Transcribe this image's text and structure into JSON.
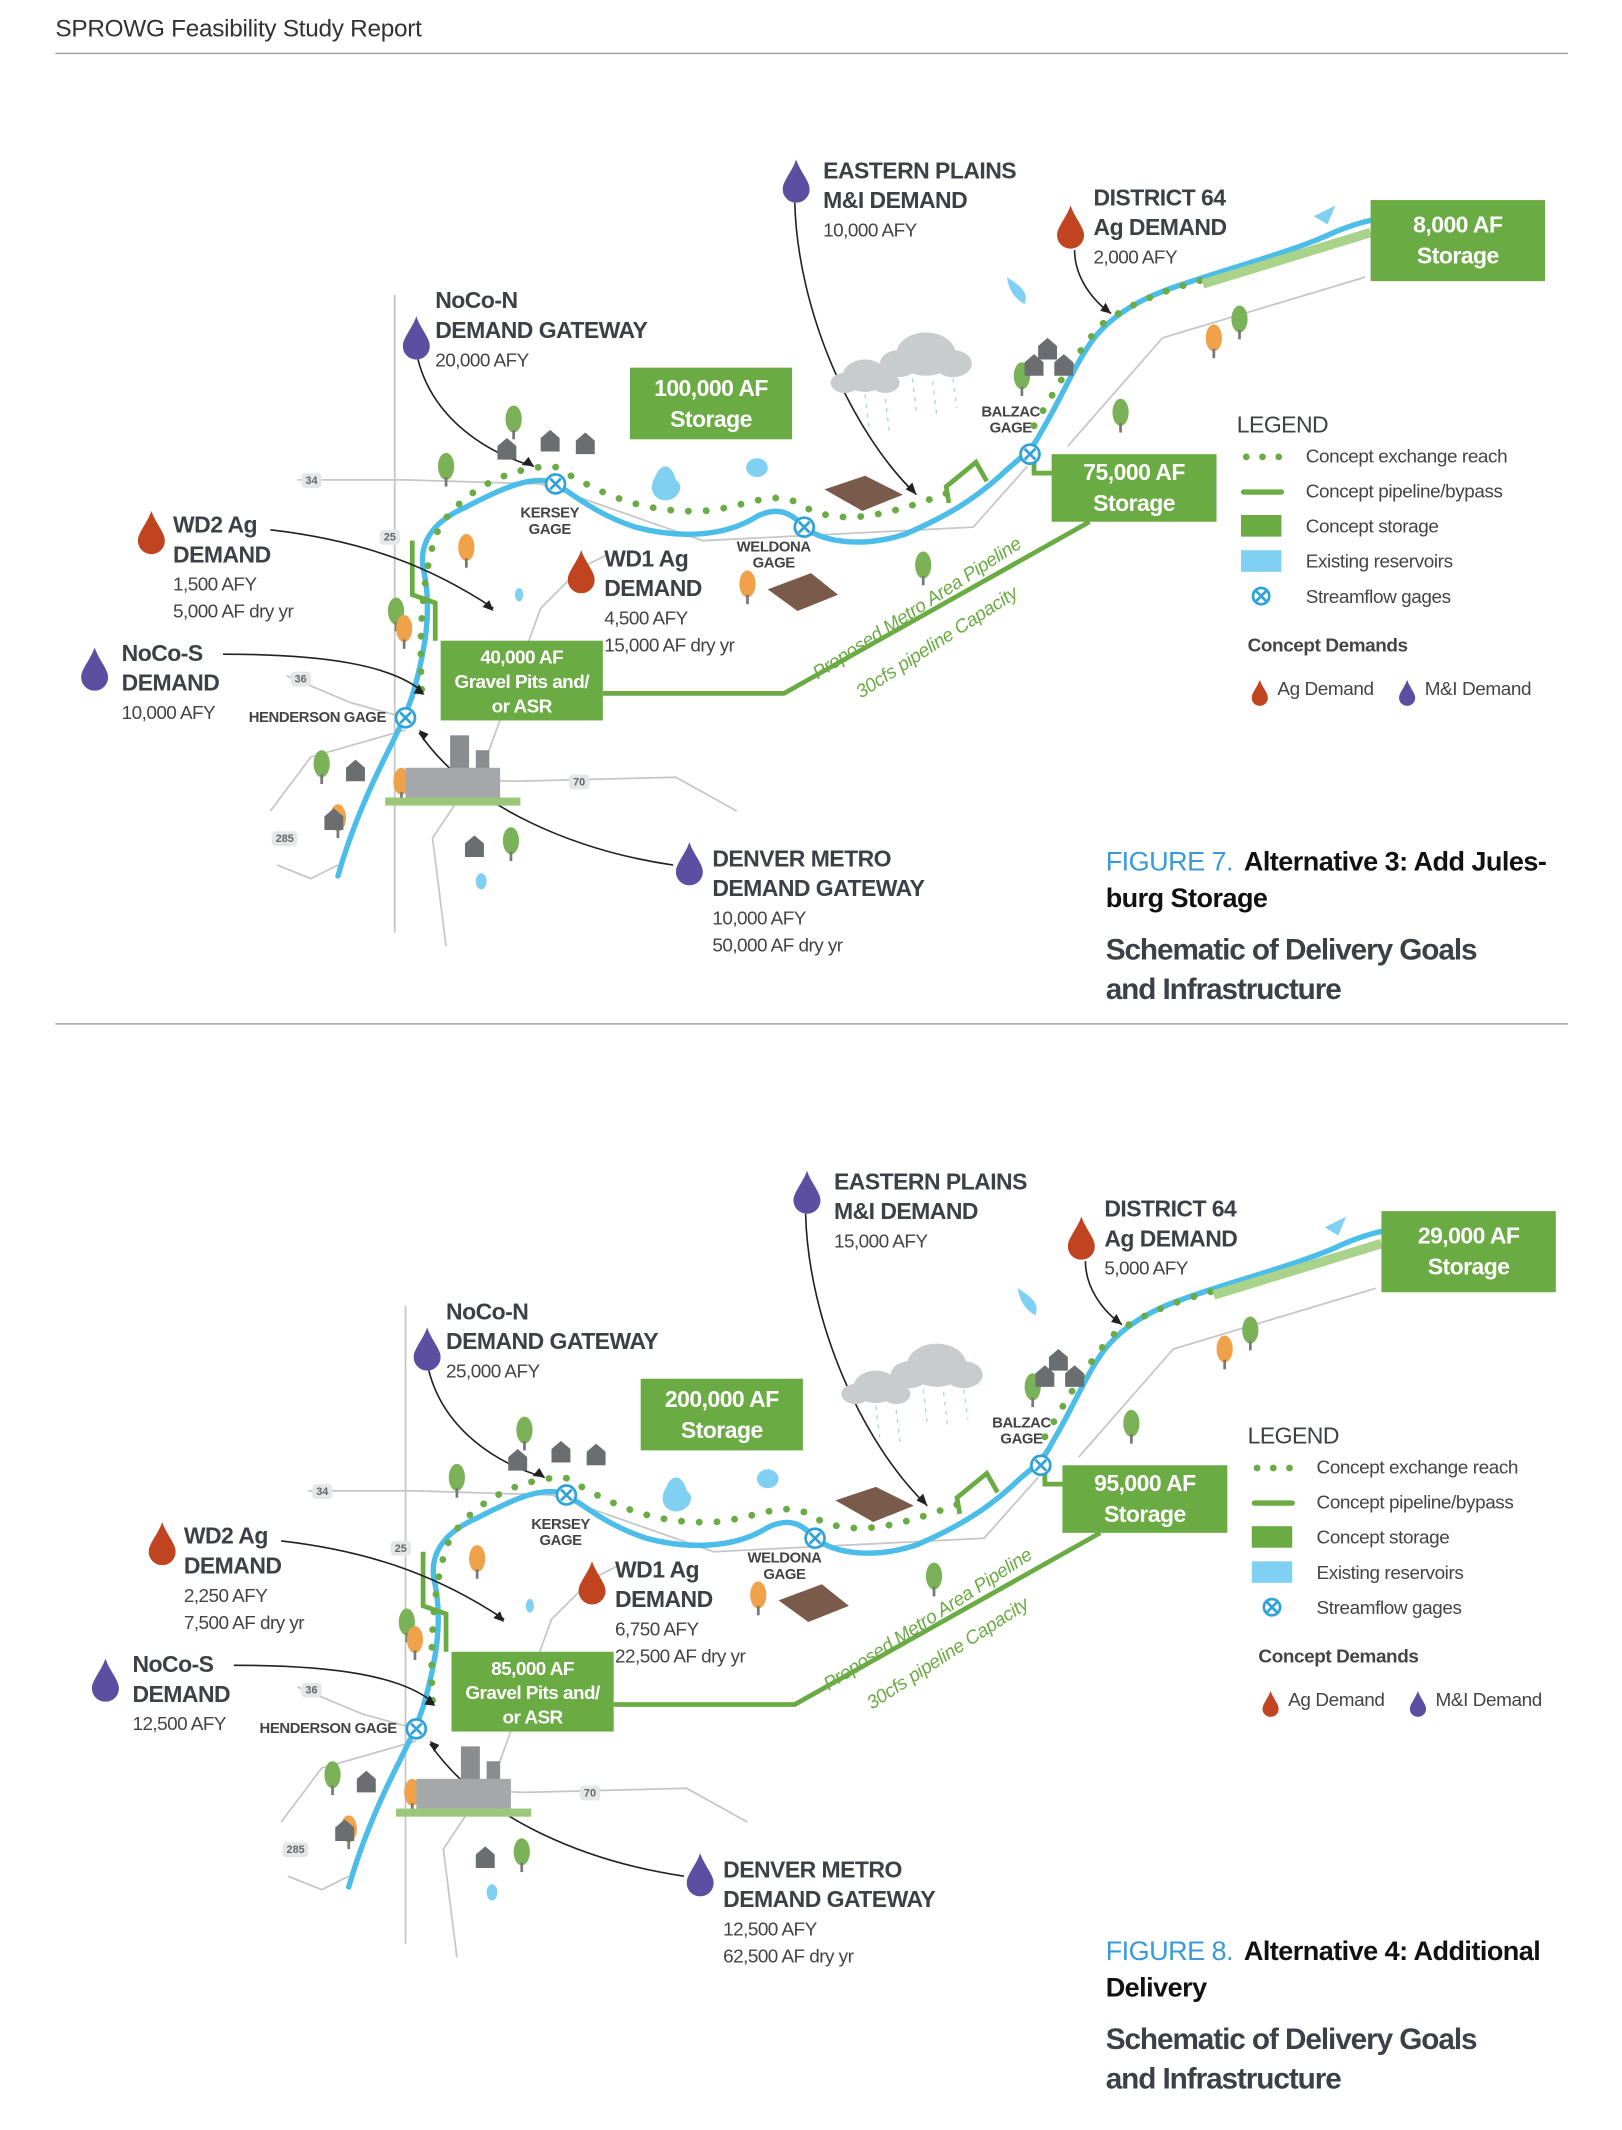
{
  "header": {
    "title": "SPROWG Feasibility Study Report"
  },
  "colors": {
    "storage": "#6aab43",
    "river": "#4bbde8",
    "ag_demand": "#c0441f",
    "mi_demand": "#5c4ea0",
    "figure_label": "#3a9ad9"
  },
  "legend": {
    "title": "LEGEND",
    "items": [
      "Concept exchange reach",
      "Concept pipeline/bypass",
      "Concept storage",
      "Existing reservoirs",
      "Streamflow gages"
    ],
    "demands_title": "Concept Demands",
    "ag": "Ag Demand",
    "mi": "M&I Demand"
  },
  "gages": {
    "kersey": [
      "KERSEY",
      "GAGE"
    ],
    "weldona": [
      "WELDONA",
      "GAGE"
    ],
    "balzac": [
      "BALZAC",
      "GAGE"
    ],
    "henderson": "HENDERSON GAGE"
  },
  "highways": {
    "h34": "34",
    "h25": "25",
    "h36": "36",
    "h70": "70",
    "h285": "285"
  },
  "pipeline_labels": {
    "name": "Proposed Metro Area Pipeline",
    "capacity": "30cfs pipeline Capacity"
  },
  "figures": [
    {
      "caption": {
        "label": "FIGURE 7.",
        "title1": "Alternative 3: Add Jules-",
        "title2": "burg Storage",
        "subtitle": "Schematic of Delivery Goals and Infrastructure"
      },
      "demands": {
        "eastern_plains": {
          "t1": "EASTERN PLAINS",
          "t2": "M&I DEMAND",
          "afy": "10,000 AFY"
        },
        "district64": {
          "t1": "DISTRICT 64",
          "t2": "Ag DEMAND",
          "afy": "2,000 AFY"
        },
        "noco_n": {
          "t1": "NoCo-N",
          "t2": "DEMAND GATEWAY",
          "afy": "20,000 AFY"
        },
        "wd2": {
          "t1": "WD2 Ag",
          "t2": "DEMAND",
          "afy": "1,500 AFY",
          "dry": "5,000 AF dry yr"
        },
        "wd1": {
          "t1": "WD1 Ag",
          "t2": "DEMAND",
          "afy": "4,500 AFY",
          "dry": "15,000 AF dry yr"
        },
        "noco_s": {
          "t1": "NoCo-S",
          "t2": "DEMAND",
          "afy": "10,000 AFY"
        },
        "denver_metro": {
          "t1": "DENVER METRO",
          "t2": "DEMAND GATEWAY",
          "afy": "10,000 AFY",
          "dry": "50,000 AF dry yr"
        }
      },
      "storage": {
        "north": [
          "8,000 AF",
          "Storage"
        ],
        "middle": [
          "100,000 AF",
          "Storage"
        ],
        "balzac": [
          "75,000 AF",
          "Storage"
        ],
        "gravel": [
          "40,000 AF",
          "Gravel Pits and/",
          "or ASR"
        ]
      }
    },
    {
      "caption": {
        "label": "FIGURE 8.",
        "title1": "Alternative 4: Additional",
        "title2": "Delivery",
        "subtitle": "Schematic of Delivery Goals and Infrastructure"
      },
      "demands": {
        "eastern_plains": {
          "t1": "EASTERN PLAINS",
          "t2": "M&I DEMAND",
          "afy": "15,000 AFY"
        },
        "district64": {
          "t1": "DISTRICT 64",
          "t2": "Ag DEMAND",
          "afy": "5,000 AFY"
        },
        "noco_n": {
          "t1": "NoCo-N",
          "t2": "DEMAND GATEWAY",
          "afy": "25,000 AFY"
        },
        "wd2": {
          "t1": "WD2 Ag",
          "t2": "DEMAND",
          "afy": "2,250 AFY",
          "dry": "7,500 AF dry yr"
        },
        "wd1": {
          "t1": "WD1 Ag",
          "t2": "DEMAND",
          "afy": "6,750 AFY",
          "dry": "22,500 AF dry yr"
        },
        "noco_s": {
          "t1": "NoCo-S",
          "t2": "DEMAND",
          "afy": "12,500 AFY"
        },
        "denver_metro": {
          "t1": "DENVER METRO",
          "t2": "DEMAND GATEWAY",
          "afy": "12,500 AFY",
          "dry": "62,500 AF dry yr"
        }
      },
      "storage": {
        "north": [
          "29,000 AF",
          "Storage"
        ],
        "middle": [
          "200,000 AF",
          "Storage"
        ],
        "balzac": [
          "95,000 AF",
          "Storage"
        ],
        "gravel": [
          "85,000 AF",
          "Gravel Pits and/",
          "or ASR"
        ]
      }
    }
  ]
}
